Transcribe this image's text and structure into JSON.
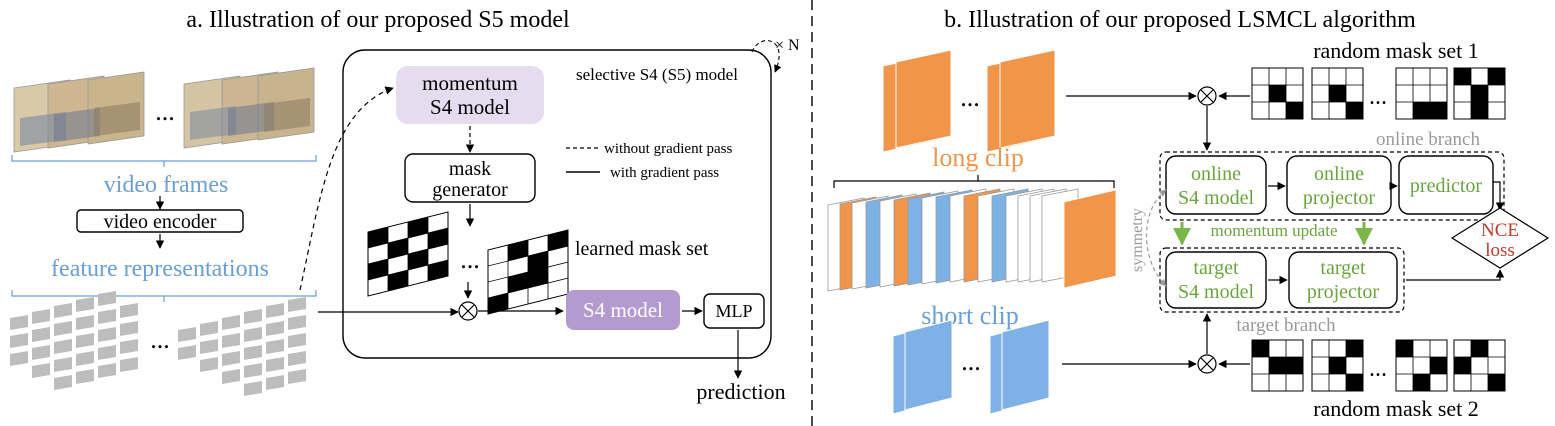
{
  "panel_a": {
    "title": "a. Illustration of our proposed S5 model",
    "video_frames": "video frames",
    "video_encoder": "video encoder",
    "feature_representations": "feature representations",
    "momentum_s4_line1": "momentum",
    "momentum_s4_line2": "S4 model",
    "selective_s4": "selective S4 (S5) model",
    "repeat_n": "× N",
    "legend_without": "without gradient pass",
    "legend_with": "with gradient pass",
    "mask_generator_line1": "mask",
    "mask_generator_line2": "generator",
    "learned_mask_set": "learned mask set",
    "s4_model": "S4 model",
    "mlp": "MLP",
    "prediction": "prediction",
    "ellipsis": "..."
  },
  "panel_b": {
    "title": "b. Illustration of our proposed LSMCL algorithm",
    "random_mask_set_1": "random mask set 1",
    "random_mask_set_2": "random mask set 2",
    "online_branch": "online branch",
    "target_branch": "target branch",
    "long_clip": "long clip",
    "short_clip": "short clip",
    "online_s4_line1": "online",
    "online_s4_line2": "S4 model",
    "online_projector_line1": "online",
    "online_projector_line2": "projector",
    "predictor": "predictor",
    "momentum_update": "momentum update",
    "target_s4_line1": "target",
    "target_s4_line2": "S4 model",
    "target_projector_line1": "target",
    "target_projector_line2": "projector",
    "nce_line1": "NCE",
    "nce_line2": "loss",
    "symmetry": "symmetry",
    "ellipsis": "..."
  },
  "colors": {
    "blue_text": "#6a9fd4",
    "green_text": "#6aa43c",
    "green_arrow": "#7ab648",
    "red_text": "#c0392b",
    "gray_text": "#9a9a9a",
    "purple_light": "#e6dcef",
    "purple_dark": "#b39bcf",
    "orange": "#f0954a",
    "light_blue": "#7eb2e6",
    "gray_tile": "#bdbdbd"
  }
}
